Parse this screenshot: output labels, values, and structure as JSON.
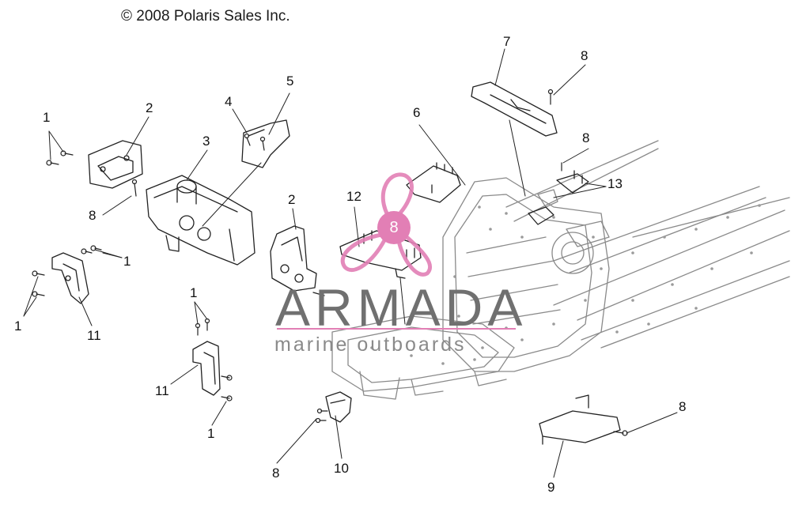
{
  "copyright": "© 2008 Polaris Sales Inc.",
  "callouts": {
    "c1_top": "1",
    "c2_top": "2",
    "c3": "3",
    "c4": "4",
    "c5": "5",
    "c6": "6",
    "c7": "7",
    "c8_top": "8",
    "c8_mid": "8",
    "c8_left": "8",
    "c13": "13",
    "c12": "12",
    "c2_mid": "2",
    "c1_mid": "1",
    "c1_left": "1",
    "c11_left": "11",
    "c1_low": "1",
    "c11_low": "11",
    "c1_bottom": "1",
    "c8_bottom": "8",
    "c10": "10",
    "c8_right": "8",
    "c9": "9"
  },
  "watermark": {
    "title": "ARMADA",
    "subtitle": "marine outboards",
    "badge": "8",
    "colors": {
      "pink": "#e27fb5",
      "gray": "#707070"
    }
  }
}
